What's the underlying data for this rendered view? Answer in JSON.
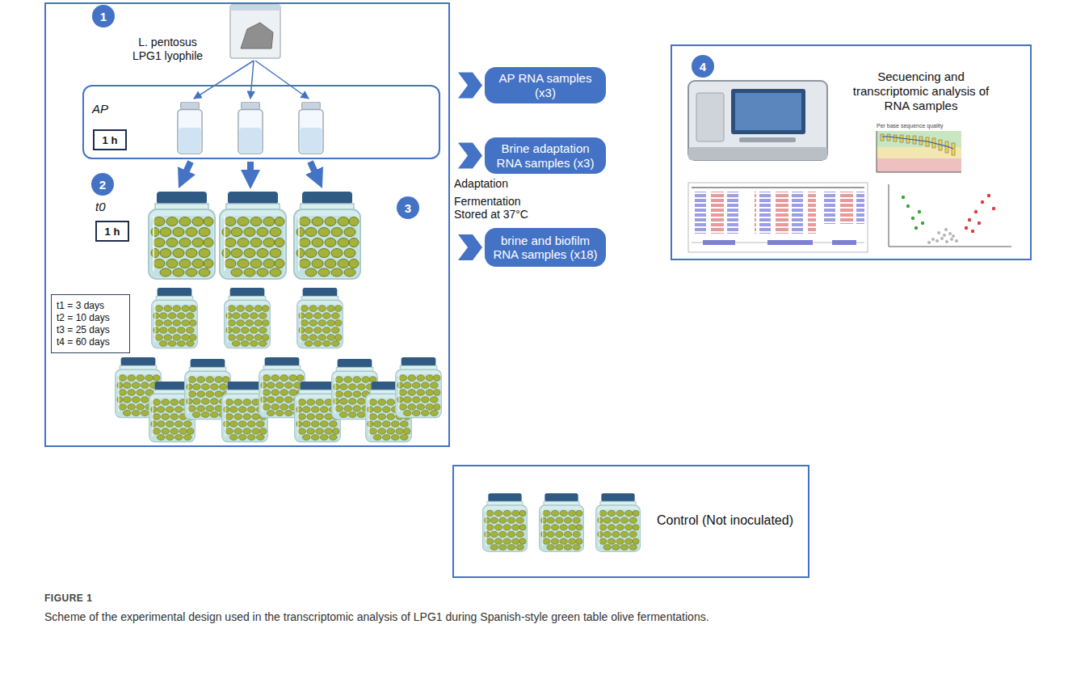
{
  "diagram": {
    "caption": "Scheme of the experimental design used in the transcriptomic analysis of LPG1 during Spanish-style green table olive fermentations.",
    "nodes": [
      {
        "text": [
          "L. pentosus LPG1 lyophile",
          "t0"
        ]
      },
      {
        "text": [
          "1"
        ],
        "in": 0
      },
      {
        "text": [
          "AP"
        ],
        "in": 0
      },
      {
        "text": [
          "1 h"
        ],
        "in": 2
      },
      {
        "text": [
          "2"
        ],
        "in": 0
      },
      {
        "text": [
          "1 h"
        ],
        "in": 0
      },
      {
        "text": [
          "3"
        ],
        "in": 0
      },
      {
        "text": [
          "t1 = 3 days",
          "t2 = 10 days",
          "t3 = 25 days",
          "t4 = 60 days"
        ],
        "in": 0
      },
      {
        "text": [
          "AP RNA samples (x3)"
        ]
      },
      {
        "text": [
          "Brine adaptation RNA samples (x3)"
        ]
      },
      {
        "text": [
          "brine and biofilm RNA samples (x18)"
        ]
      },
      {
        "text": [
          "Secuencing and transcriptomic analysis of RNA samples"
        ]
      },
      {
        "text": [
          "4"
        ],
        "in": 11
      },
      {
        "text": [
          "Control (Not inoculated)"
        ]
      }
    ],
    "edges": [
      {
        "from": 0,
        "to": 8,
        "arrow": "to"
      },
      {
        "from": 0,
        "to": 9,
        "arrow": "to"
      },
      {
        "from": 0,
        "to": 10,
        "arrow": "to"
      }
    ],
    "labels": [
      "Adaptation",
      "Fermentation Stored at 37°C",
      "Per base sequence quality",
      "FIGURE 1"
    ]
  }
}
